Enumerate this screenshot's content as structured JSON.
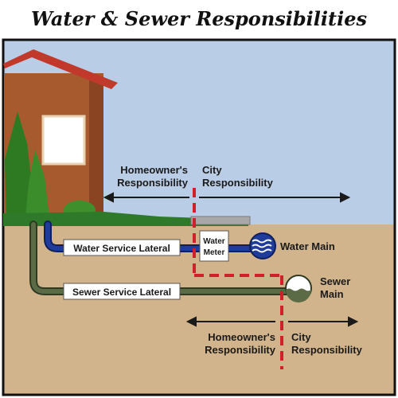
{
  "title": "Water & Sewer Responsibilities",
  "upper_labels": {
    "homeowner": [
      "Homeowner's",
      "Responsibility"
    ],
    "city": [
      "City",
      "Responsibility"
    ]
  },
  "lower_labels": {
    "homeowner": [
      "Homeowner's",
      "Responsibility"
    ],
    "city": [
      "City",
      "Responsibility"
    ]
  },
  "water_service_lateral": "Water Service Lateral",
  "water_meter": [
    "Water",
    "Meter"
  ],
  "water_main": "Water Main",
  "sewer_service_lateral": "Sewer Service Lateral",
  "sewer_main": [
    "Sewer",
    "Main"
  ],
  "colors": {
    "sky": "#b9cde6",
    "soil": "#d2b48c",
    "grass": "#2f7a2a",
    "house_wall": "#a65a2e",
    "roof": "#c0392b",
    "water_pipe": "#1f3c9c",
    "sewer_pipe": "#5a6b45",
    "boundary": "#d0202a"
  }
}
